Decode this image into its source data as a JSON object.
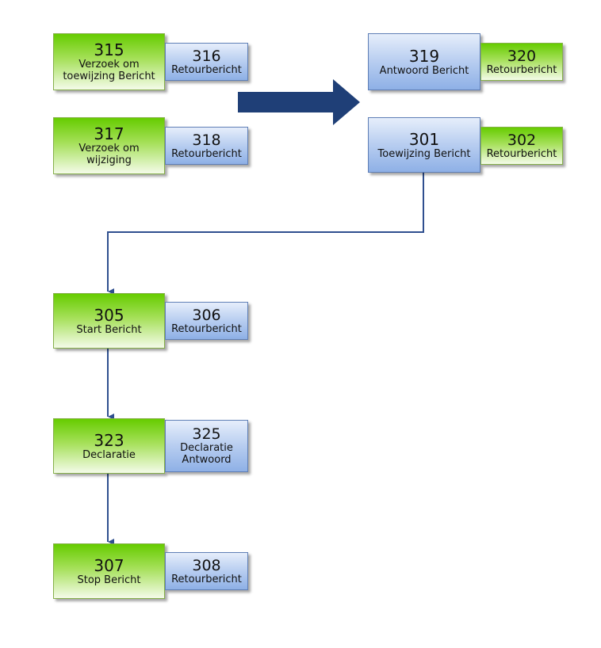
{
  "colors": {
    "green_top": "#66cc00",
    "green_bottom": "#f4fbe9",
    "blue_top": "#e6eefb",
    "blue_bottom": "#8eb0e6",
    "arrow": "#1f3f77",
    "connector": "#2f4f8f"
  },
  "nodes": {
    "n315": {
      "number": "315",
      "label": "Verzoek om toewijzing Bericht"
    },
    "n316": {
      "number": "316",
      "label": "Retourbericht"
    },
    "n317": {
      "number": "317",
      "label": "Verzoek om wijziging"
    },
    "n318": {
      "number": "318",
      "label": "Retourbericht"
    },
    "n319": {
      "number": "319",
      "label": "Antwoord Bericht"
    },
    "n320": {
      "number": "320",
      "label": "Retourbericht"
    },
    "n301": {
      "number": "301",
      "label": "Toewijzing Bericht"
    },
    "n302": {
      "number": "302",
      "label": "Retourbericht"
    },
    "n305": {
      "number": "305",
      "label": "Start Bericht"
    },
    "n306": {
      "number": "306",
      "label": "Retourbericht"
    },
    "n323": {
      "number": "323",
      "label": "Declaratie"
    },
    "n325": {
      "number": "325",
      "label": "Declaratie Antwoord"
    },
    "n307": {
      "number": "307",
      "label": "Stop Bericht"
    },
    "n308": {
      "number": "308",
      "label": "Retourbericht"
    }
  }
}
